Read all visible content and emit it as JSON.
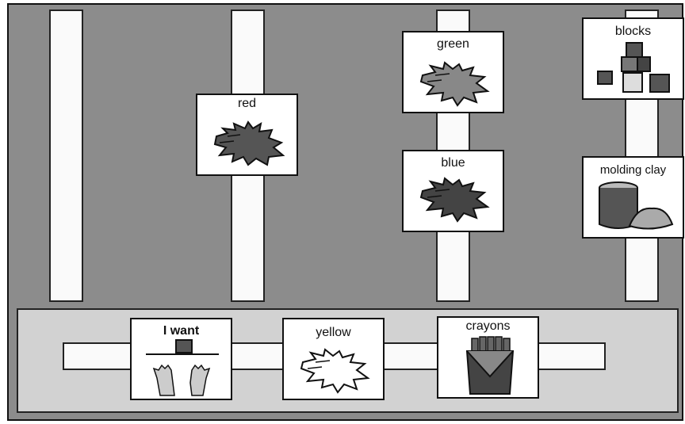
{
  "board": {
    "cards": {
      "red": {
        "label": "red",
        "icon": "red-paint-splat-icon"
      },
      "green": {
        "label": "green",
        "icon": "green-paint-splat-icon"
      },
      "blue": {
        "label": "blue",
        "icon": "blue-paint-splat-icon"
      },
      "blocks": {
        "label": "blocks",
        "icon": "blocks-icon"
      },
      "molding_clay": {
        "label": "molding clay",
        "icon": "molding-clay-icon"
      }
    },
    "sentence_strip": {
      "cards": [
        {
          "label": "I want",
          "icon": "i-want-hands-icon"
        },
        {
          "label": "yellow",
          "icon": "yellow-paint-splat-icon"
        },
        {
          "label": "crayons",
          "icon": "crayons-box-icon"
        }
      ]
    }
  },
  "colors": {
    "board_background": "#8c8c8c",
    "tray_background": "#d2d2d2",
    "splat_dark": "#555555",
    "splat_light": "#ffffff"
  }
}
